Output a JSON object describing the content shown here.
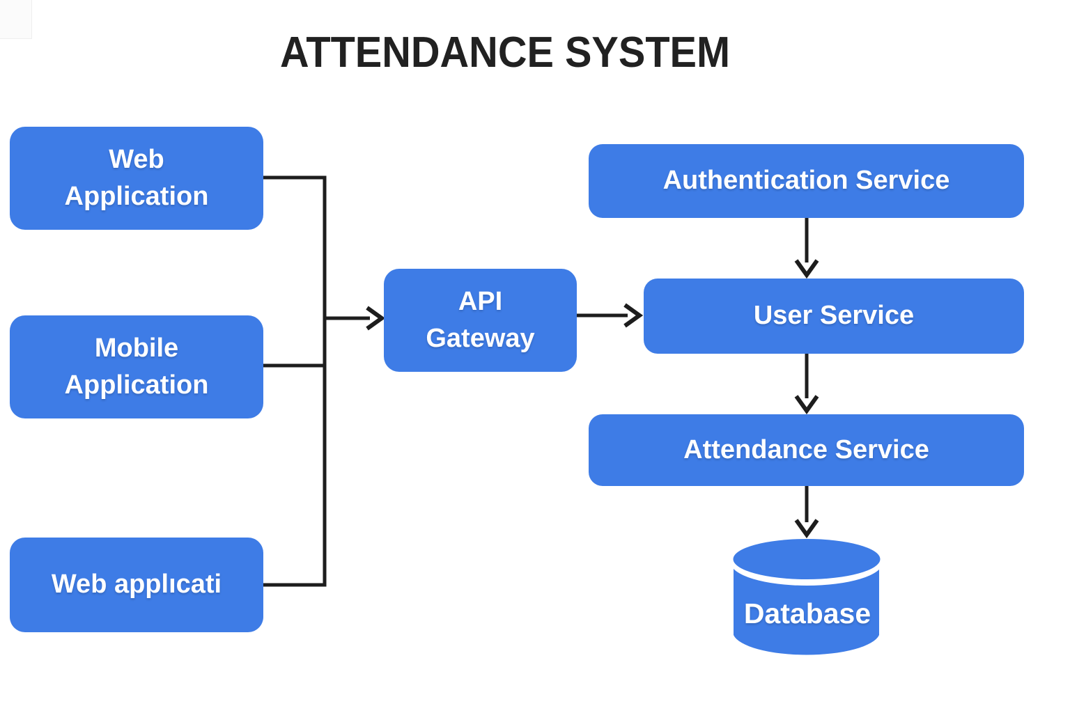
{
  "title": "ATTENDANCE SYSTEM",
  "colors": {
    "node_fill": "#3e7ce6",
    "node_text": "#ffffff",
    "connector": "#1d1d1d",
    "title_color": "#212121"
  },
  "nodes": {
    "web_application": {
      "lines": [
        "Web",
        "Application"
      ]
    },
    "mobile_application": {
      "lines": [
        "Mobile",
        "Application"
      ]
    },
    "web_application_alt": {
      "label": "Web applıcati"
    },
    "api_gateway": {
      "lines": [
        "API",
        "Gateway"
      ]
    },
    "authentication_service": {
      "label": "Authentication Service"
    },
    "user_service": {
      "label": "User Service"
    },
    "attendance_service": {
      "label": "Attendance Service"
    },
    "database": {
      "label": "Database"
    }
  }
}
